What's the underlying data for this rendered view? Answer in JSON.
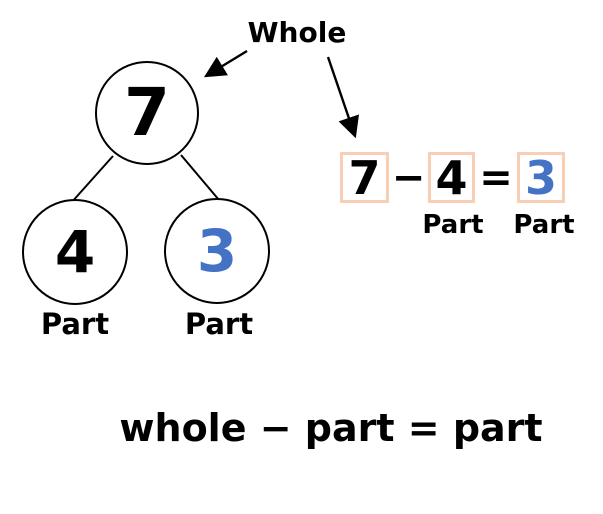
{
  "pointer": {
    "whole_label": "Whole"
  },
  "number_bond": {
    "whole": "7",
    "left_part": "4",
    "right_part": "3",
    "left_part_label": "Part",
    "right_part_label": "Part"
  },
  "equation": {
    "minuend": "7",
    "minus": "−",
    "subtrahend": "4",
    "equals": "=",
    "difference": "3",
    "subtrahend_label": "Part",
    "difference_label": "Part"
  },
  "formula": {
    "text": "whole − part = part"
  },
  "colors": {
    "ink": "#000000",
    "part_blue": "#4472c4",
    "box_border": "#f8ceb4",
    "background": "#ffffff"
  }
}
